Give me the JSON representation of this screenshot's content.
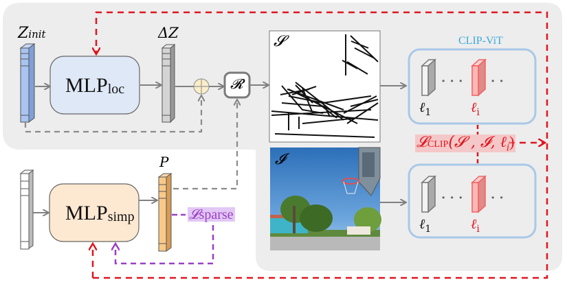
{
  "diagram": {
    "colors": {
      "panel_bg": "#ededed",
      "mlp_loc_fill": "#dfe8f6",
      "mlp_simp_fill": "#fde8d1",
      "z_init_bar": "#a9c4f0",
      "delta_z_bar": "#d4d4d4",
      "p_bar": "#f9c98a",
      "clip_box_border": "#a8c8e8",
      "clip_title": "#3aa8dc",
      "loss_red": "#e0141e",
      "loss_purple": "#9b3fc6",
      "arrow_gray": "#808080"
    },
    "nodes": {
      "z_init": {
        "label": "Z",
        "sub": "init"
      },
      "mlp_loc": {
        "label": "MLP",
        "sub": "loc"
      },
      "delta_z": {
        "label": "ΔZ"
      },
      "add_op": {
        "symbol": "⊕"
      },
      "renderer": {
        "label": "𝓡"
      },
      "sketch": {
        "label": "𝓢"
      },
      "image": {
        "label": "𝓘"
      },
      "input_vec": {
        "label": ""
      },
      "mlp_simp": {
        "label": "MLP",
        "sub": "simp"
      },
      "p_vec": {
        "label": "P"
      },
      "clip_vit": {
        "title": "CLIP-ViT",
        "layers": [
          {
            "label": "ℓ",
            "sub": "1",
            "highlight": false
          },
          {
            "label": "ℓ",
            "sub": "i",
            "highlight": true
          }
        ],
        "ellipsis": "· · ·",
        "trailing": "· ·"
      }
    },
    "losses": {
      "clip": {
        "prefix": "𝓛",
        "name": "CLIP",
        "args": "(𝓢 , 𝓘, ℓ",
        "arg_sub": "i",
        "close": ")"
      },
      "sparse": {
        "prefix": "𝓛",
        "name": "sparse"
      }
    },
    "edges": [
      {
        "from": "z_init",
        "to": "mlp_loc",
        "style": "solid-gray"
      },
      {
        "from": "mlp_loc",
        "to": "delta_z",
        "style": "solid-gray"
      },
      {
        "from": "delta_z",
        "to": "add_op",
        "style": "solid-gray"
      },
      {
        "from": "z_init",
        "to": "add_op",
        "style": "dashed-gray"
      },
      {
        "from": "add_op",
        "to": "renderer",
        "style": "solid-gray"
      },
      {
        "from": "renderer",
        "to": "sketch",
        "style": "solid-gray"
      },
      {
        "from": "p_vec",
        "to": "renderer",
        "style": "dashed-gray"
      },
      {
        "from": "input_vec",
        "to": "mlp_simp",
        "style": "solid-gray"
      },
      {
        "from": "mlp_simp",
        "to": "p_vec",
        "style": "solid-gray"
      },
      {
        "from": "sketch",
        "to": "clip_vit_top",
        "style": "solid-gray"
      },
      {
        "from": "image",
        "to": "clip_vit_bottom",
        "style": "solid-gray"
      },
      {
        "from": "p_vec",
        "to": "loss_sparse",
        "style": "dashed-purple"
      },
      {
        "from": "loss_sparse",
        "to": "mlp_simp",
        "style": "dashed-purple"
      },
      {
        "from": "loss_clip",
        "to": "mlp_loc",
        "style": "dashed-red"
      },
      {
        "from": "loss_clip",
        "to": "mlp_simp",
        "style": "dashed-red"
      }
    ]
  }
}
